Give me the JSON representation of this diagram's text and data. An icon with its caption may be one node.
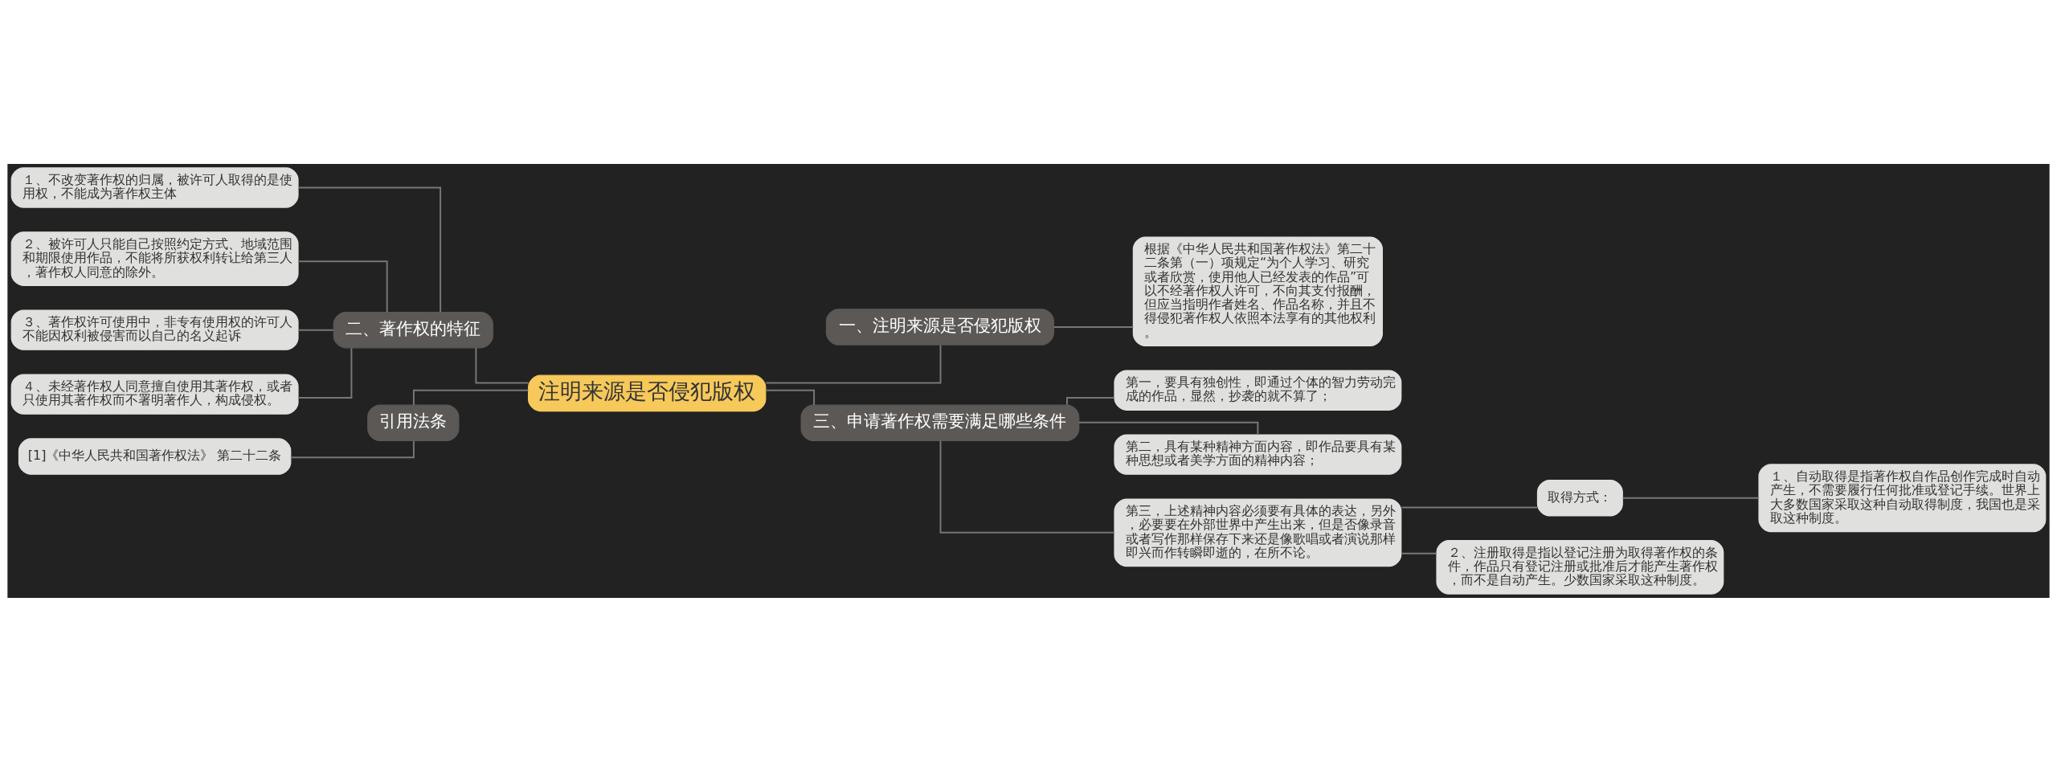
{
  "diagram": {
    "nodes": [
      {
        "text": [
          "注明来源是否侵犯版权"
        ]
      },
      {
        "text": [
          "一、注明来源是否侵犯版权"
        ]
      },
      {
        "text": [
          "根据《中华人民共和国著作权法》第二十二条第（一）项规定“为个人学习、研究或者欣赏，使用他人已经发表的作品”可以不经著作权人许可，不向其支付报酬，但应当指明作者姓名、作品名称，并且不得侵犯著作权人依照本法享有的其他权利。"
        ]
      },
      {
        "text": [
          "三、申请著作权需要满足哪些条件"
        ]
      },
      {
        "text": [
          "第一，要具有独创性，即通过个体的智力劳动完成的作品，显然，抄袭的就不算了；"
        ]
      },
      {
        "text": [
          "第二，具有某种精神方面内容，即作品要具有某种思想或者美学方面的精神内容；"
        ]
      },
      {
        "text": [
          "第三，上述精神内容必须要有具体的表达，另外，必要要在外部世界中产生出来，但是否像录音或者写作那样保存下来还是像歌唱或者演说那样即兴而作转瞬即逝的，在所不论。"
        ]
      },
      {
        "text": [
          "取得方式："
        ]
      },
      {
        "text": [
          "１、自动取得是指著作权自作品创作完成时自动产生，不需要履行任何批准或登记手续。世界上大多数国家采取这种自动取得制度，我国也是采取这种制度。"
        ]
      },
      {
        "text": [
          "２、注册取得是指以登记注册为取得著作权的条件，作品只有登记注册或批准后才能产生著作权，而不是自动产生。少数国家采取这种制度。"
        ]
      },
      {
        "text": [
          "二、著作权的特征"
        ]
      },
      {
        "text": [
          "１、不改变著作权的归属，被许可人取得的是使用权，不能成为著作权主体"
        ]
      },
      {
        "text": [
          "２、被许可人只能自己按照约定方式、地域范围和期限使用作品，不能将所获权利转让给第三人，著作权人同意的除外。"
        ]
      },
      {
        "text": [
          "３、著作权许可使用中，非专有使用权的许可人不能因权利被侵害而以自己的名义起诉"
        ]
      },
      {
        "text": [
          "４、未经著作权人同意擅自使用其著作权，或者只使用其著作权而不署明著作人，构成侵权。"
        ]
      },
      {
        "text": [
          "引用法条"
        ]
      },
      {
        "text": [
          "[1]《中华人民共和国著作权法》 第二十二条"
        ]
      }
    ],
    "edges": [
      {
        "from": 0,
        "to": 1,
        "arrow": "none"
      },
      {
        "from": 1,
        "to": 2,
        "arrow": "none"
      },
      {
        "from": 0,
        "to": 3,
        "arrow": "none"
      },
      {
        "from": 3,
        "to": 4,
        "arrow": "none"
      },
      {
        "from": 3,
        "to": 5,
        "arrow": "none"
      },
      {
        "from": 3,
        "to": 6,
        "arrow": "none"
      },
      {
        "from": 6,
        "to": 7,
        "arrow": "none"
      },
      {
        "from": 7,
        "to": 8,
        "arrow": "none"
      },
      {
        "from": 6,
        "to": 9,
        "arrow": "none"
      },
      {
        "from": 0,
        "to": 10,
        "arrow": "none"
      },
      {
        "from": 10,
        "to": 11,
        "arrow": "none"
      },
      {
        "from": 10,
        "to": 12,
        "arrow": "none"
      },
      {
        "from": 10,
        "to": 13,
        "arrow": "none"
      },
      {
        "from": 10,
        "to": 14,
        "arrow": "none"
      },
      {
        "from": 0,
        "to": 15,
        "arrow": "none"
      },
      {
        "from": 15,
        "to": 16,
        "arrow": "none"
      }
    ]
  }
}
